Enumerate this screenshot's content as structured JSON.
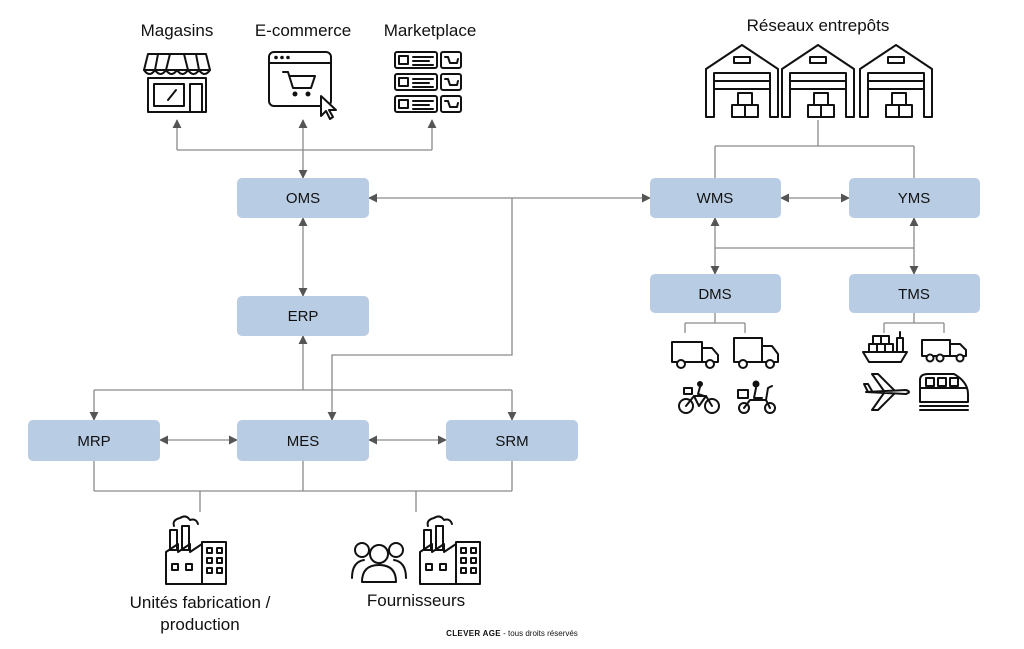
{
  "channels": [
    {
      "id": "magasins",
      "label": "Magasins",
      "icon": "storefront-icon"
    },
    {
      "id": "ecommerce",
      "label": "E-commerce",
      "icon": "shopping-cart-browser-icon"
    },
    {
      "id": "marketplace",
      "label": "Marketplace",
      "icon": "marketplace-grid-icon"
    }
  ],
  "warehouses": {
    "label": "Réseaux entrepôts",
    "icon": "warehouse-icon",
    "count": 3
  },
  "systems": {
    "oms": "OMS",
    "erp": "ERP",
    "mrp": "MRP",
    "mes": "MES",
    "srm": "SRM",
    "wms": "WMS",
    "yms": "YMS",
    "dms": "DMS",
    "tms": "TMS"
  },
  "dms_icons": [
    "delivery-truck-icon",
    "delivery-van-icon",
    "bicycle-courier-icon",
    "scooter-courier-icon"
  ],
  "tms_icons": [
    "cargo-ship-icon",
    "truck-icon",
    "airplane-icon",
    "train-icon"
  ],
  "bottom": {
    "factory_label_line1": "Unités fabrication /",
    "factory_label_line2": "production",
    "supplier_label": "Fournisseurs"
  },
  "footer": {
    "brand": "CLEVER AGE",
    "text": " - tous droits réservés"
  },
  "colors": {
    "box": "#b8cce4",
    "connector": "#8a8a8a",
    "text": "#111111"
  }
}
